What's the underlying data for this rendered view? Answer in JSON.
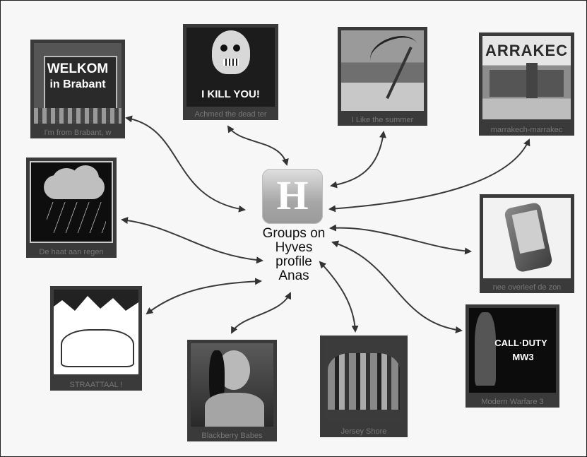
{
  "hub": {
    "icon_letter": "H",
    "label_lines": [
      "Groups on",
      "Hyves",
      "profile",
      "Anas"
    ]
  },
  "groups": [
    {
      "caption": "I'm from Brabant, w",
      "image_text": [
        "WELKOM",
        "in Brabant"
      ]
    },
    {
      "caption": "Achmed the dead ter",
      "image_text": [
        "I KILL YOU!"
      ]
    },
    {
      "caption": "I Like the summer",
      "image_text": []
    },
    {
      "caption": "marrakech-marrakec",
      "image_text": [
        "ARRAKEC"
      ]
    },
    {
      "caption": "De haat aan regen",
      "image_text": []
    },
    {
      "caption": "nee overleef de zon",
      "image_text": []
    },
    {
      "caption": "STRAATTAAL !",
      "image_text": []
    },
    {
      "caption": "Blackberry Babes",
      "image_text": []
    },
    {
      "caption": "Jersey Shore",
      "image_text": []
    },
    {
      "caption": "Modern Warfare 3",
      "image_text": [
        "CALL·DUTY",
        "MW3"
      ]
    }
  ]
}
